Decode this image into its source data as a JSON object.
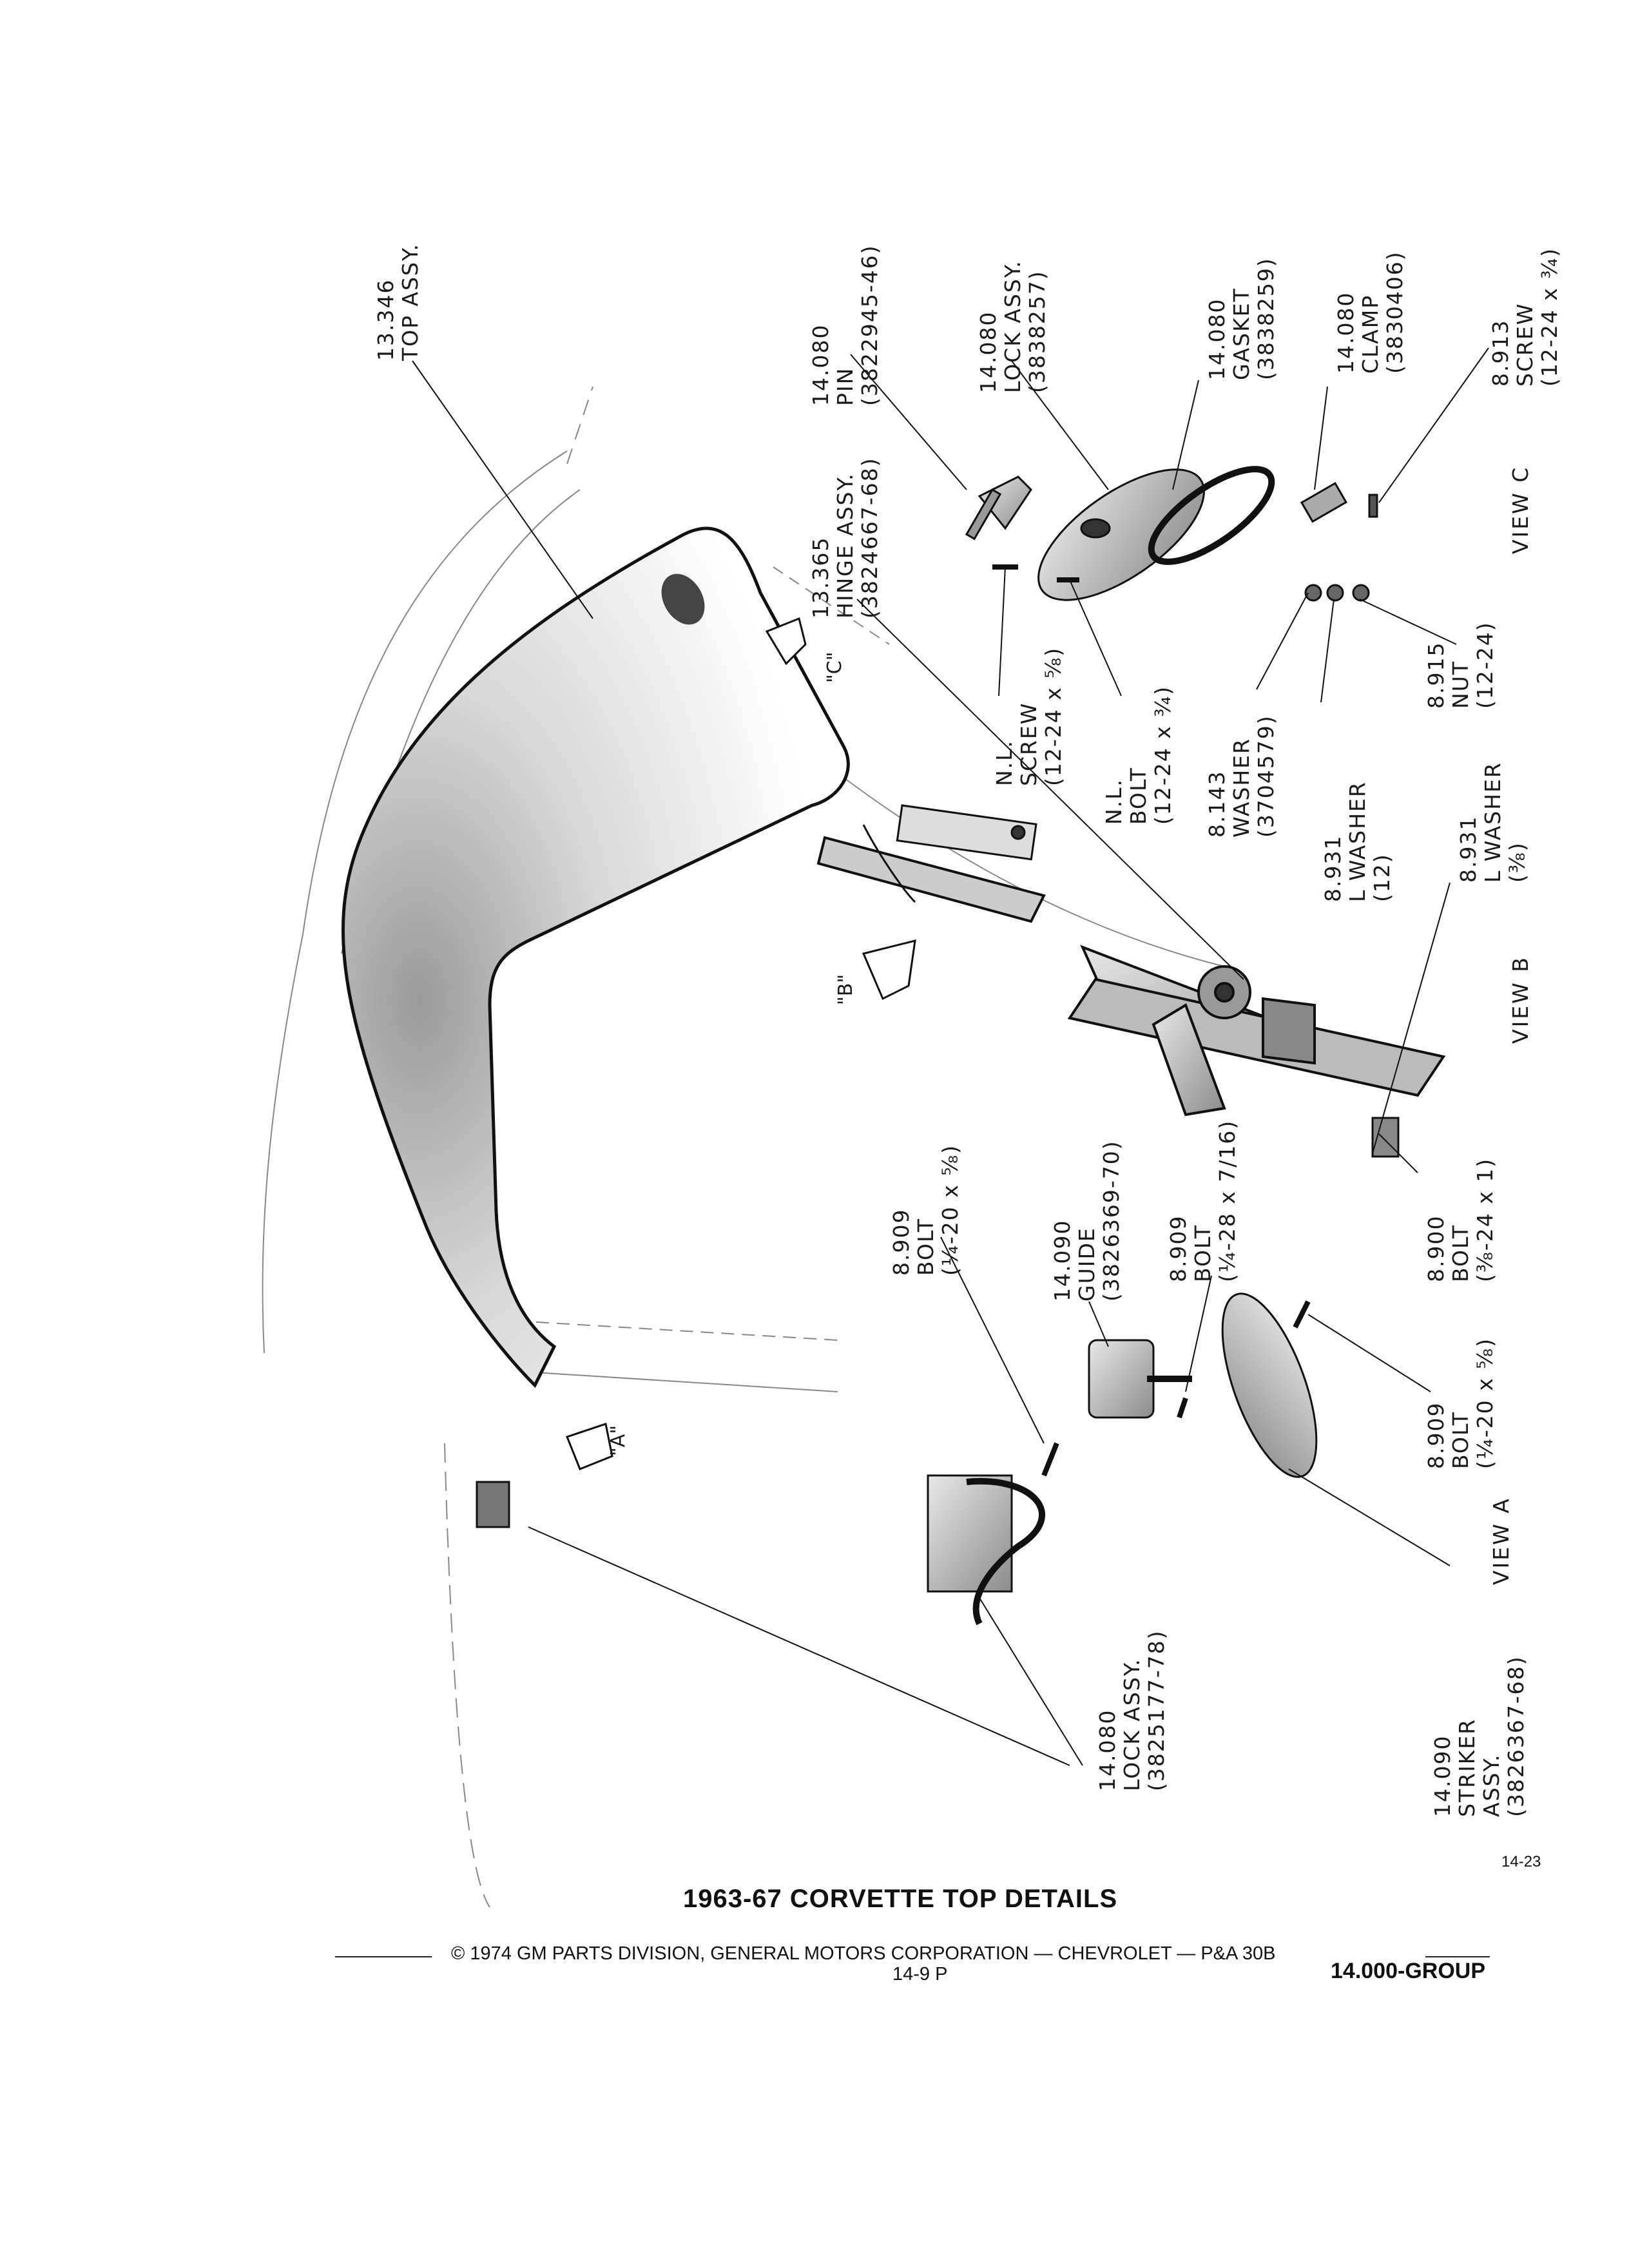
{
  "callouts": {
    "top_assy": [
      "13.346",
      "TOP ASSY."
    ],
    "hinge_assy": [
      "13.365",
      "HINGE ASSY.",
      "(3824667-68)"
    ],
    "pin": [
      "14.080",
      "PIN",
      "(3822945-46)"
    ],
    "lock_assy_c": [
      "14.080",
      "LOCK ASSY.",
      "(3838257)"
    ],
    "gasket": [
      "14.080",
      "GASKET",
      "(3838259)"
    ],
    "clamp": [
      "14.080",
      "CLAMP",
      "(3830406)"
    ],
    "screw_c": [
      "8.913",
      "SCREW",
      "(12-24 x ¾)"
    ],
    "nl_screw": [
      "N.L.",
      "SCREW",
      "(12-24 x ⅝)"
    ],
    "nl_bolt": [
      "N.L.",
      "BOLT",
      "(12-24 x ¾)"
    ],
    "washer": [
      "8.143",
      "WASHER",
      "(3704579)"
    ],
    "nut": [
      "8.915",
      "NUT",
      "(12-24)"
    ],
    "lwasher_12": [
      "8.931",
      "L WASHER",
      "(12)"
    ],
    "lwasher_38": [
      "8.931",
      "L WASHER",
      "(⅜)"
    ],
    "bolt_b": [
      "8.900",
      "BOLT",
      "(⅜-24 x 1)"
    ],
    "bolt_a1": [
      "8.909",
      "BOLT",
      "(¼-20 x ⅝)"
    ],
    "guide": [
      "14.090",
      "GUIDE",
      "(3826369-70)"
    ],
    "bolt_a2": [
      "8.909",
      "BOLT",
      "(¼-28 x 7/16)"
    ],
    "bolt_a3": [
      "8.909",
      "BOLT",
      "(¼-20 x ⅝)"
    ],
    "striker": [
      "14.090",
      "STRIKER",
      "ASSY.",
      "(3826367-68)"
    ],
    "lock_assy_a": [
      "14.080",
      "LOCK ASSY.",
      "(3825177-78)"
    ]
  },
  "views": {
    "a": "VIEW A",
    "b": "VIEW B",
    "c": "VIEW C"
  },
  "view_markers": {
    "a": "\"A\"",
    "b": "\"B\"",
    "c": "\"C\""
  },
  "footer": {
    "page_ref": "14-23",
    "title": "1963-67 CORVETTE TOP DETAILS",
    "copyright": "© 1974 GM PARTS DIVISION, GENERAL MOTORS CORPORATION — CHEVROLET — P&A 30B",
    "page_number": "14-9  P",
    "group": "14.000-GROUP"
  }
}
